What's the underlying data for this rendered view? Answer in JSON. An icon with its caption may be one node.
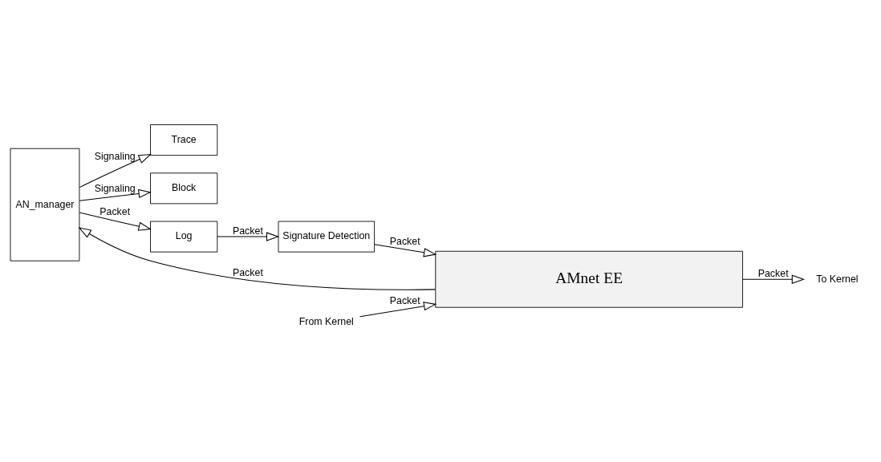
{
  "diagram": {
    "nodes": [
      {
        "text": [
          "AN_manager"
        ]
      },
      {
        "text": [
          "Trace"
        ]
      },
      {
        "text": [
          "Block"
        ]
      },
      {
        "text": [
          "Log"
        ]
      },
      {
        "text": [
          "Signature Detection"
        ]
      },
      {
        "text": [
          "AMnet EE"
        ]
      },
      {
        "text": [
          "From Kernel"
        ]
      },
      {
        "text": [
          "To Kernel"
        ]
      }
    ],
    "edges": [
      {
        "from": 0,
        "to": 1,
        "arrow": "to",
        "label": "Signaling"
      },
      {
        "from": 0,
        "to": 2,
        "arrow": "to",
        "label": "Signaling"
      },
      {
        "from": 0,
        "to": 3,
        "arrow": "to",
        "label": "Packet"
      },
      {
        "from": 3,
        "to": 4,
        "arrow": "to",
        "label": "Packet"
      },
      {
        "from": 4,
        "to": 5,
        "arrow": "to",
        "label": "Packet"
      },
      {
        "from": 5,
        "to": 0,
        "arrow": "to",
        "label": "Packet"
      },
      {
        "from": 6,
        "to": 5,
        "arrow": "to",
        "label": "Packet"
      },
      {
        "from": 5,
        "to": 7,
        "arrow": "to",
        "label": "Packet"
      }
    ]
  }
}
